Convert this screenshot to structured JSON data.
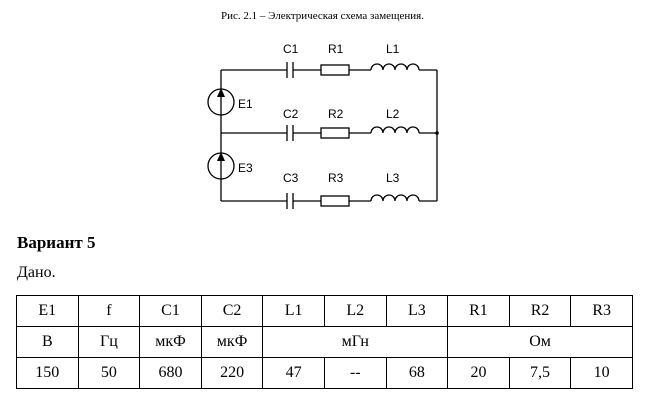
{
  "figure": {
    "caption": "Рис. 2.1 – Электрическая схема замещения.",
    "labels": {
      "C1": "C1",
      "R1": "R1",
      "L1": "L1",
      "C2": "C2",
      "R2": "R2",
      "L2": "L2",
      "C3": "C3",
      "R3": "R3",
      "L3": "L3",
      "E1": "E1",
      "E3": "E3"
    }
  },
  "variant_title": "Вариант 5",
  "given_label": "Дано.",
  "table": {
    "headers": [
      "E1",
      "f",
      "C1",
      "C2",
      "L1",
      "L2",
      "L3",
      "R1",
      "R2",
      "R3"
    ],
    "units": {
      "E1": "В",
      "f": "Гц",
      "C1": "мкФ",
      "C2": "мкФ",
      "L": "мГн",
      "R": "Ом"
    },
    "values": [
      "150",
      "50",
      "680",
      "220",
      "47",
      "--",
      "68",
      "20",
      "7,5",
      "10"
    ]
  }
}
